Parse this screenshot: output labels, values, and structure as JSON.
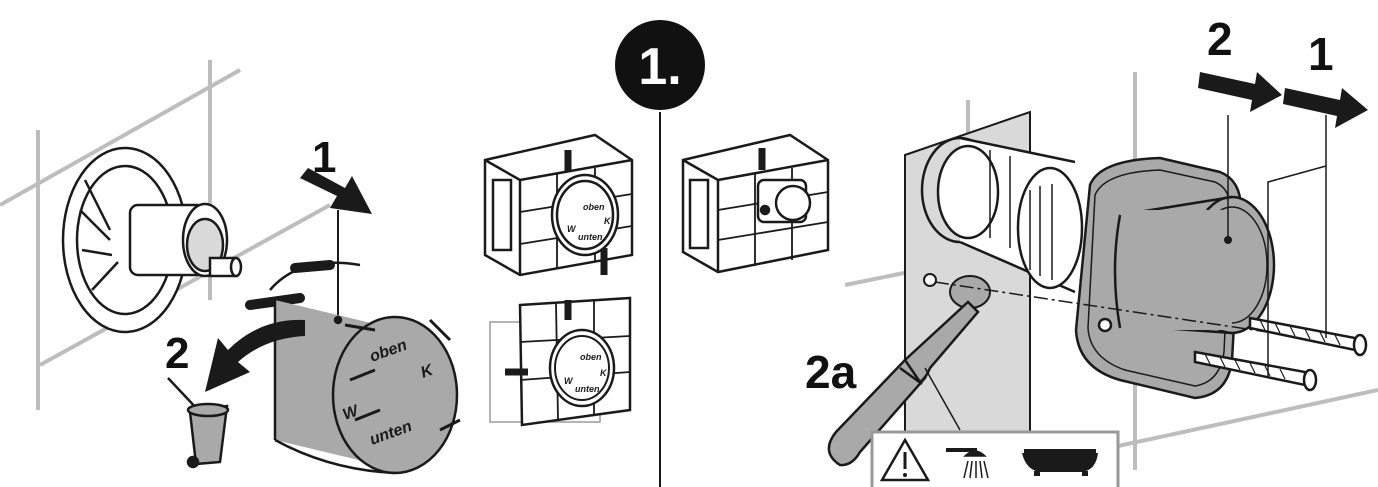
{
  "step": {
    "number": "1."
  },
  "left_panel": {
    "callout_remove": "1",
    "callout_dispose": "2",
    "cap_text_top": "oben",
    "cap_text_bottom": "unten",
    "cap_text_warm": "W",
    "cap_text_cold": "K"
  },
  "middle_panel": {
    "dial_text_top": "oben",
    "dial_text_bottom": "unten",
    "dial_text_warm": "W",
    "dial_text_cold": "K",
    "dial_text_top_2": "oben",
    "dial_text_bottom_2": "unten",
    "dial_text_warm_2": "W",
    "dial_text_cold_2": "K"
  },
  "right_panel": {
    "callout_screws": "1",
    "callout_cover": "2",
    "callout_cut": "2a",
    "warning_icons": [
      "warning-triangle-icon",
      "shower-icon",
      "bathtub-icon"
    ]
  },
  "colors": {
    "line": "#1a1a1a",
    "fill_gray": "#a9a9a9",
    "fill_light": "#d9d9d9",
    "guide": "#bdbdbd"
  }
}
